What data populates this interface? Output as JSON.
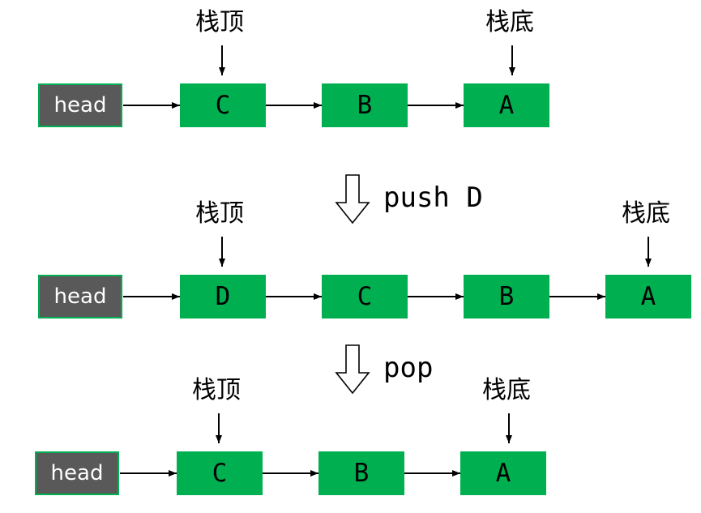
{
  "top_label": "栈顶",
  "bottom_label": "栈底",
  "colors": {
    "node": "#00b050",
    "head": "#595959",
    "border": "#00b050"
  },
  "rows": [
    {
      "head": "head",
      "nodes": [
        "C",
        "B",
        "A"
      ]
    },
    {
      "head": "head",
      "nodes": [
        "D",
        "C",
        "B",
        "A"
      ]
    },
    {
      "head": "head",
      "nodes": [
        "C",
        "B",
        "A"
      ]
    }
  ],
  "operations": [
    "push D",
    "pop"
  ]
}
